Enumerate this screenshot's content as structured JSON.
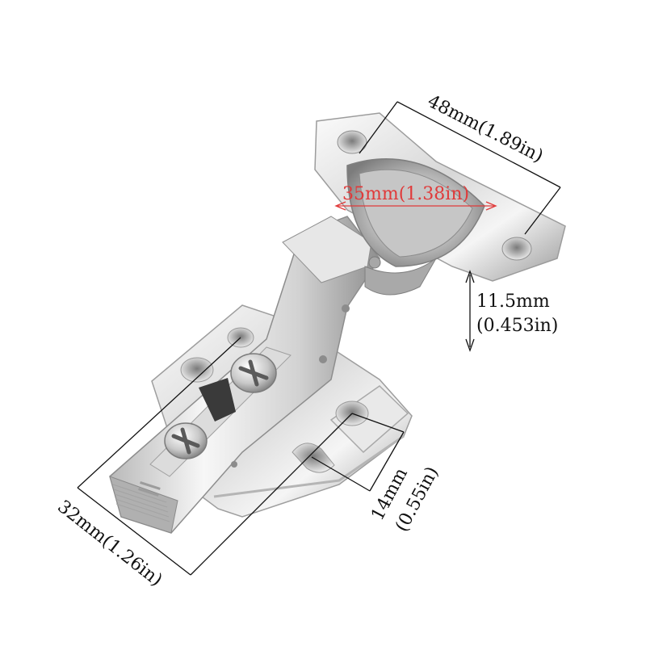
{
  "dimensions": {
    "width": "48mm(1.89in)",
    "cup_diameter": "35mm(1.38in)",
    "depth_mm": "11.5mm",
    "depth_in": "(0.453in)",
    "plate_mm": "14mm",
    "plate_in": "(0.55in)",
    "hole_spacing": "32mm(1.26in)"
  },
  "colors": {
    "metal_light": "#f2f2f2",
    "metal_mid": "#c9c9c9",
    "metal_dark": "#8a8a8a",
    "dimension_line": "#111111",
    "accent_red": "#e03a3a"
  },
  "icons": {
    "screw": "phillips-screw-icon"
  }
}
